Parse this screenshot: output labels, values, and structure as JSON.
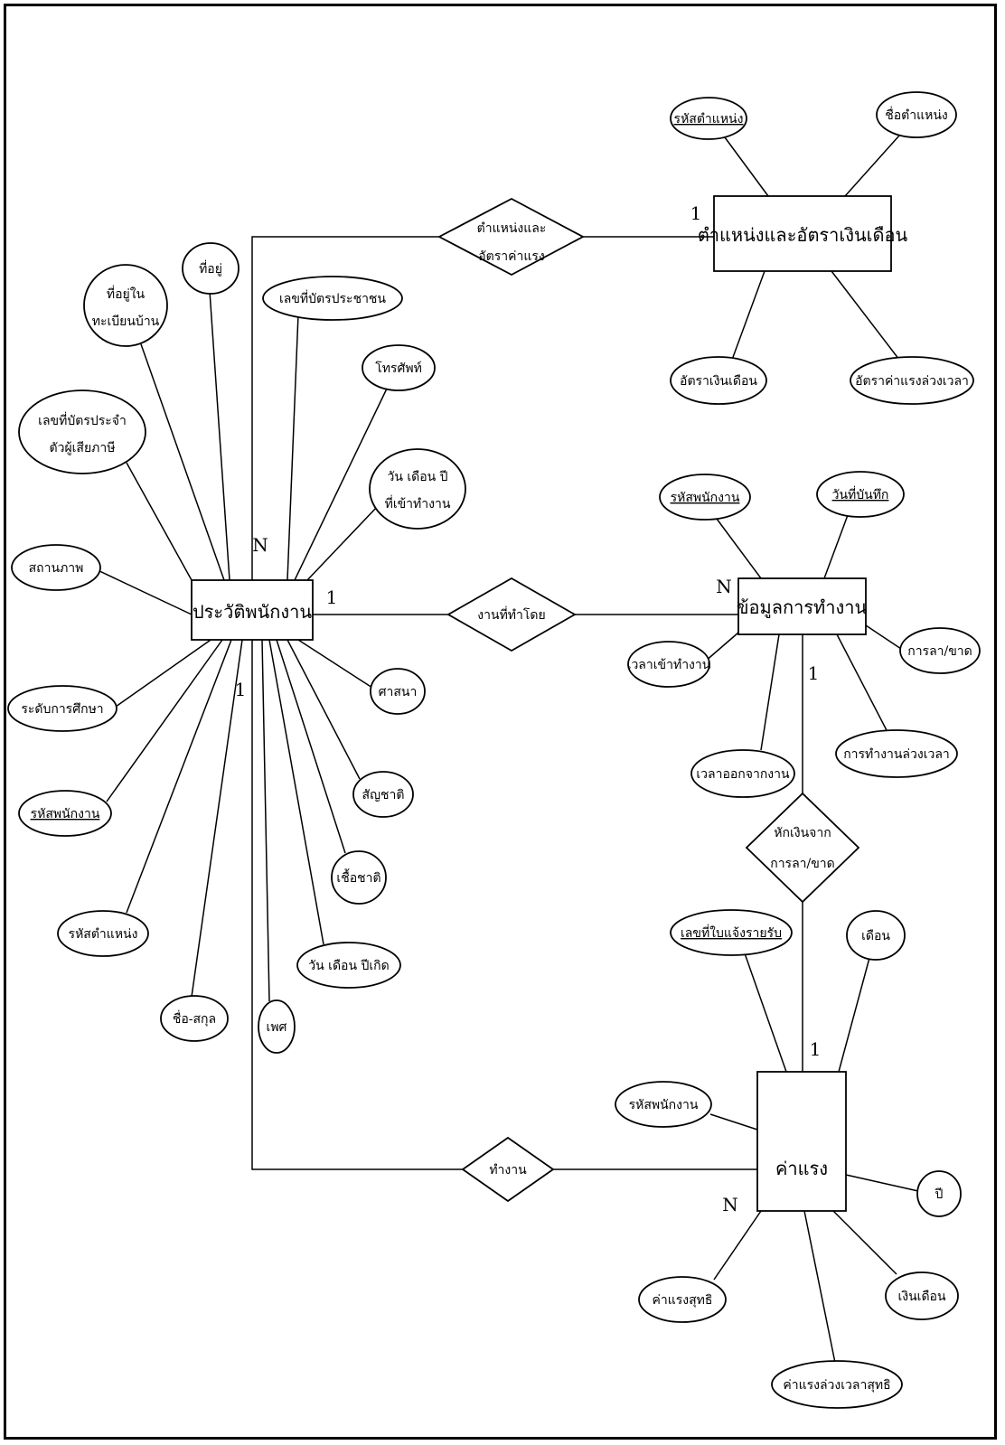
{
  "entities": {
    "position": "ตำแหน่งและอัตราเงินเดือน",
    "employee": "ประวัติพนักงาน",
    "worklog": "ข้อมูลการทำงาน",
    "wage": "ค่าแรง"
  },
  "relationships": {
    "position_rate_line1": "ตำแหน่งและ",
    "position_rate_line2": "อัตราค่าแรง",
    "work_done_by": "งานที่ทำโดย",
    "deduct_line1": "หักเงินจาก",
    "deduct_line2": "การลา/ขาด",
    "works": "ทำงาน"
  },
  "cardinalities": {
    "position_side": "1",
    "employee_to_position": "N",
    "employee_to_worklog": "1",
    "worklog_from_employee": "N",
    "worklog_to_wage": "1",
    "employee_to_wage": "1",
    "wage_from_deduct": "1",
    "wage_from_employee": "N"
  },
  "attributes": {
    "position": {
      "position_code": "รหัสตำแหน่ง",
      "position_name": "ชื่อตำแหน่ง",
      "salary_rate": "อัตราเงินเดือน",
      "overtime_rate": "อัตราค่าแรงล่วงเวลา"
    },
    "employee": {
      "address_reg_line1": "ที่อยู่ใน",
      "address_reg_line2": "ทะเบียนบ้าน",
      "address": "ที่อยู่",
      "id_card": "เลขที่บัตรประชาชน",
      "phone": "โทรศัพท์",
      "tax_id_line1": "เลขที่บัตรประจำ",
      "tax_id_line2": "ตัวผู้เสียภาษี",
      "start_date_line1": "วัน เดือน ปี",
      "start_date_line2": "ที่เข้าทำงาน",
      "marital_status": "สถานภาพ",
      "education": "ระดับการศึกษา",
      "religion": "ศาสนา",
      "nationality": "สัญชาติ",
      "employee_code": "รหัสพนักงาน",
      "race": "เชื้อชาติ",
      "position_code": "รหัสตำแหน่ง",
      "birth_date": "วัน เดือน ปีเกิด",
      "full_name": "ชื่อ-สกุล",
      "gender": "เพศ"
    },
    "worklog": {
      "employee_code": "รหัสพนักงาน",
      "record_date": "วันที่บันทึก",
      "time_in": "เวลาเข้าทำงาน",
      "leave": "การลา/ขาด",
      "time_out": "เวลาออกจากงาน",
      "overtime": "การทำงานล่วงเวลา"
    },
    "wage": {
      "receipt_no": "เลขที่ใบแจ้งรายรับ",
      "month": "เดือน",
      "employee_code": "รหัสพนักงาน",
      "year": "ปี",
      "net_wage": "ค่าแรงสุทธิ",
      "salary": "เงินเดือน",
      "net_overtime": "ค่าแรงล่วงเวลาสุทธิ"
    }
  }
}
